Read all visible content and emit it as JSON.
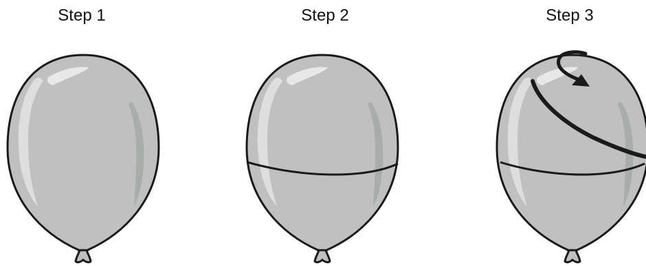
{
  "steps": [
    {
      "label": "Step 1"
    },
    {
      "label": "Step 2"
    },
    {
      "label": "Step 3"
    }
  ],
  "colors": {
    "balloon_fill": "#c0c0c0",
    "balloon_outline": "#1a1a1a",
    "highlight": "#e6e6e6",
    "shadow_streak": "#a3aaa4",
    "line": "#1a1a1a"
  },
  "icons": {
    "balloon": "balloon-icon",
    "rotation_arrow": "curved-arrow-icon"
  }
}
